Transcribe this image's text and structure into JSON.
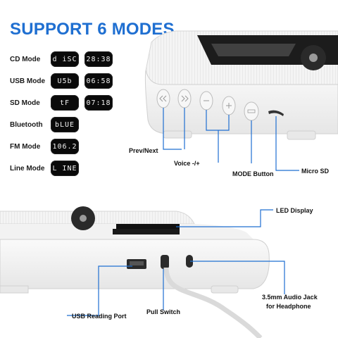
{
  "header": {
    "title": "SUPPORT 6 MODES"
  },
  "colors": {
    "title": "#1f6fd1",
    "lead_lines": "#1f6fd1",
    "lcd_bg": "#0a0a0a",
    "device_body": "#f2f2f2"
  },
  "modes": [
    {
      "label": "CD Mode",
      "displays": [
        "d iSC",
        "28:38"
      ]
    },
    {
      "label": "USB Mode",
      "displays": [
        "U5b",
        "06:58"
      ]
    },
    {
      "label": "SD Mode",
      "displays": [
        "tF",
        "07:18"
      ]
    },
    {
      "label": "Bluetooth",
      "displays": [
        "bLUE"
      ]
    },
    {
      "label": "FM Mode",
      "displays": [
        "106.2"
      ]
    },
    {
      "label": "Line Mode",
      "displays": [
        "L INE"
      ]
    }
  ],
  "callouts": {
    "prev_next": "Prev/Next",
    "voice": "Voice -/+",
    "mode_button": "MODE Button",
    "micro_sd": "Micro SD",
    "led_display": "LED Display",
    "audio_jack_line1": "3.5mm Audio Jack",
    "audio_jack_line2": "for Headphone",
    "usb_port": "USB Reading Port",
    "pull_switch": "Pull Switch"
  },
  "icons": {
    "button_1": "prev-icon",
    "button_2": "next-icon",
    "button_3": "minus-icon",
    "button_4": "plus-icon",
    "button_5": "mode-icon",
    "slot": "micro-sd-slot-icon",
    "usb": "usb-port-icon",
    "switch": "pull-switch-icon",
    "jack": "audio-jack-icon"
  }
}
